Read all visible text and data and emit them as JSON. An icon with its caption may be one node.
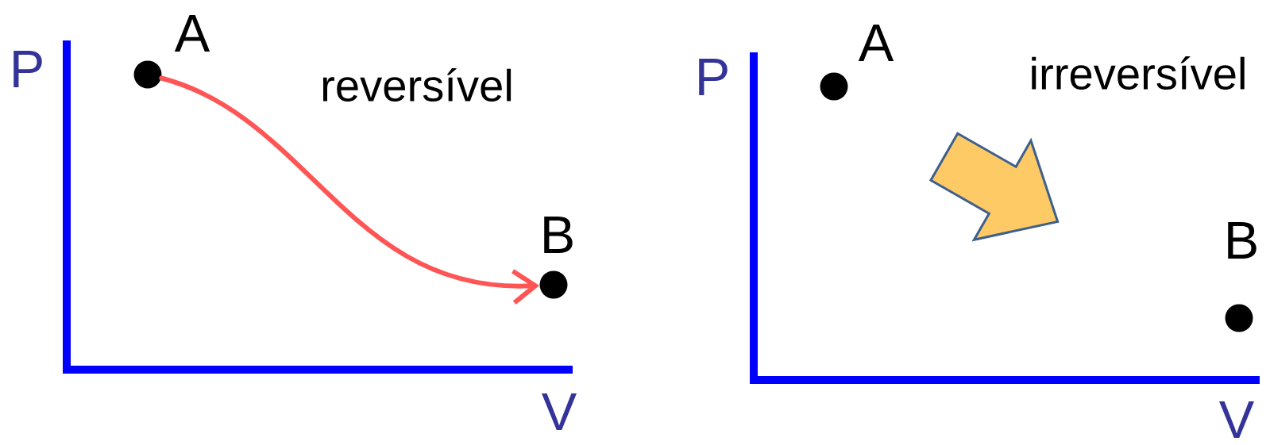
{
  "diagram": {
    "nodes": [
      {
        "text": [],
        "shape": "circle",
        "beside": [
          "A"
        ]
      },
      {
        "text": [],
        "shape": "circle",
        "beside": [
          "B"
        ]
      },
      {
        "text": [],
        "shape": "circle",
        "beside": [
          "A"
        ]
      },
      {
        "text": [],
        "shape": "circle",
        "beside": [
          "B"
        ]
      }
    ],
    "edges": [
      {
        "from": 0,
        "to": 1,
        "arrow": "to",
        "color": "#ff5555"
      }
    ],
    "labels": [
      "P",
      "V",
      "reversível",
      "P",
      "V",
      "irreversível"
    ]
  }
}
